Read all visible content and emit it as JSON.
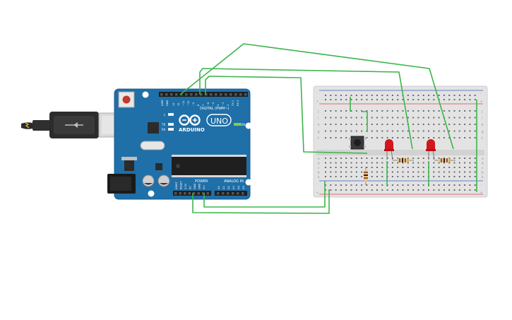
{
  "board": {
    "logo_text": "ARDUINO",
    "model_text": "UNO",
    "on_label": "ON",
    "tx_label": "TX",
    "rx_label": "RX",
    "l_label": "L",
    "digital_header": "DIGITAL (PWM~)",
    "power_header": "POWER",
    "analog_header": "ANALOG IN",
    "aref_label": "AREF",
    "gnd_label": "GND",
    "digital_pins": [
      "13",
      "12",
      "~11",
      "~10",
      "~9",
      "8",
      "7",
      "~6",
      "~5",
      "4",
      "~3",
      "2",
      "TX 1",
      "RX 0"
    ],
    "power_pins": [
      "IOREF",
      "RESET",
      "3.3V",
      "5V",
      "GND",
      "GND",
      "Vin"
    ],
    "analog_pins": [
      "A0",
      "A1",
      "A2",
      "A3",
      "A4",
      "A5"
    ]
  },
  "breadboard": {
    "row_letters_top": [
      "j",
      "i",
      "h",
      "g",
      "f"
    ],
    "row_letters_bottom": [
      "e",
      "d",
      "c",
      "b",
      "a"
    ],
    "rail_minus": "-",
    "rail_plus": "+"
  },
  "colors": {
    "board_blue": "#1f6fa8",
    "wire_green": "#3cb54a",
    "led_red": "#d3161b",
    "rail_red": "#e0444a",
    "rail_blue": "#3b5fc0"
  }
}
